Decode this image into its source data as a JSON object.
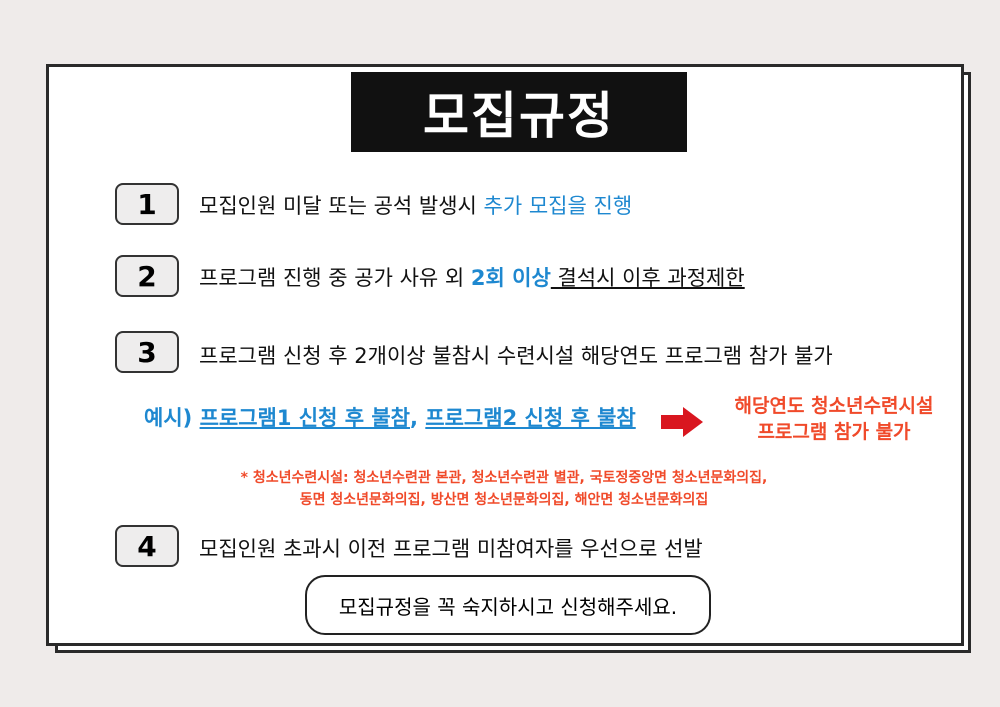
{
  "title": "모집규정",
  "rules": [
    {
      "num": "1",
      "text": "모집인원 미달 또는 공석 발생시 ",
      "highlight": "추가 모집을 진행"
    },
    {
      "num": "2",
      "text": "프로그램 진행 중 공가 사유 외 ",
      "highlight": "2회 이상",
      "underlined": " 결석시 이후 과정제한"
    },
    {
      "num": "3",
      "text": "프로그램 신청 후 2개이상 불참시 수련시설 해당연도 프로그램 참가 불가"
    },
    {
      "num": "4",
      "text": "모집인원 초과시 이전 프로그램 미참여자를 우선으로 선발"
    }
  ],
  "example": {
    "prefix": "예시) ",
    "part1": "프로그램1 신청 후 불참",
    "sep": ", ",
    "part2": "프로그램2 신청 후 불참",
    "result_line1": "해당연도 청소년수련시설",
    "result_line2": "프로그램 참가 불가"
  },
  "note": {
    "line1": "* 청소년수련시설: 청소년수련관 본관, 청소년수련관 별관, 국토정중앙면 청소년문화의집,",
    "line2": "동면 청소년문화의집,  방산면 청소년문화의집, 해안면 청소년문화의집"
  },
  "footer": "모집규정을 꼭 숙지하시고 신청해주세요.",
  "colors": {
    "blue": "#1e88d0",
    "red": "#f04a2a",
    "arrow": "#d9161f"
  }
}
